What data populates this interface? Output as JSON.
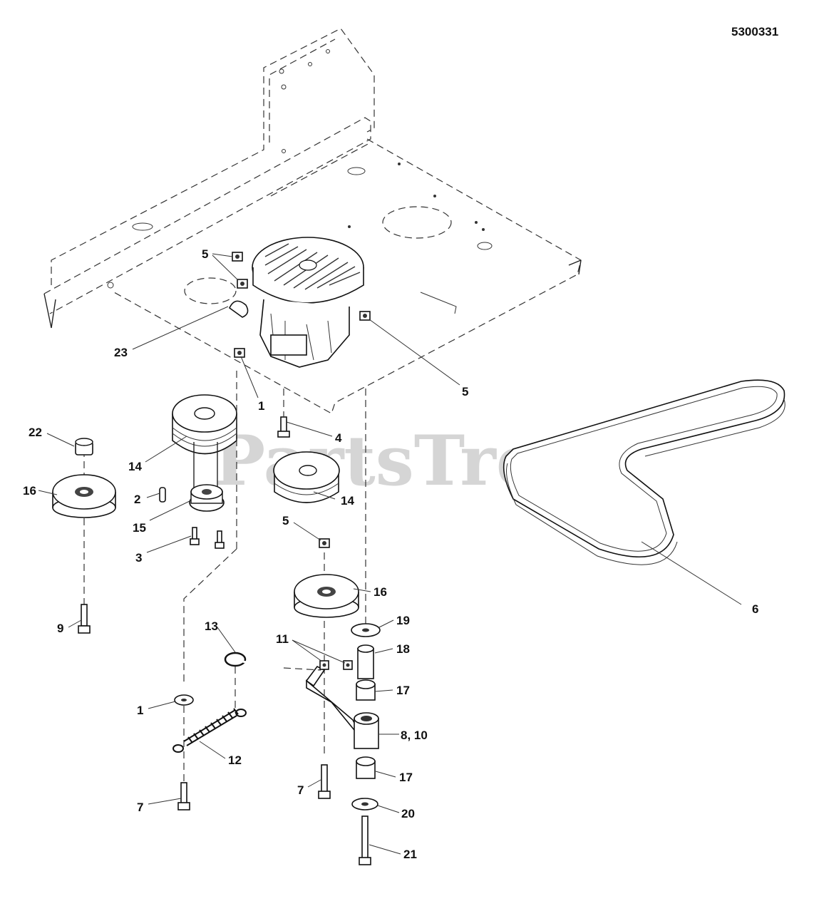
{
  "diagram": {
    "number": "5300331",
    "watermark": "PartsTree",
    "callouts": [
      {
        "id": "c5a",
        "text": "5"
      },
      {
        "id": "c23",
        "text": "23"
      },
      {
        "id": "c1a",
        "text": "1"
      },
      {
        "id": "c5b",
        "text": "5"
      },
      {
        "id": "c22",
        "text": "22"
      },
      {
        "id": "c14a",
        "text": "14"
      },
      {
        "id": "c4",
        "text": "4"
      },
      {
        "id": "c16a",
        "text": "16"
      },
      {
        "id": "c2",
        "text": "2"
      },
      {
        "id": "c14b",
        "text": "14"
      },
      {
        "id": "c15",
        "text": "15"
      },
      {
        "id": "c5c",
        "text": "5"
      },
      {
        "id": "c3",
        "text": "3"
      },
      {
        "id": "c16b",
        "text": "16"
      },
      {
        "id": "c6",
        "text": "6"
      },
      {
        "id": "c9",
        "text": "9"
      },
      {
        "id": "c19",
        "text": "19"
      },
      {
        "id": "c13",
        "text": "13"
      },
      {
        "id": "c11",
        "text": "11"
      },
      {
        "id": "c18",
        "text": "18"
      },
      {
        "id": "c17a",
        "text": "17"
      },
      {
        "id": "c1b",
        "text": "1"
      },
      {
        "id": "c810",
        "text": "8, 10"
      },
      {
        "id": "c12",
        "text": "12"
      },
      {
        "id": "c17b",
        "text": "17"
      },
      {
        "id": "c7a",
        "text": "7"
      },
      {
        "id": "c7b",
        "text": "7"
      },
      {
        "id": "c20",
        "text": "20"
      },
      {
        "id": "c21",
        "text": "21"
      }
    ]
  }
}
